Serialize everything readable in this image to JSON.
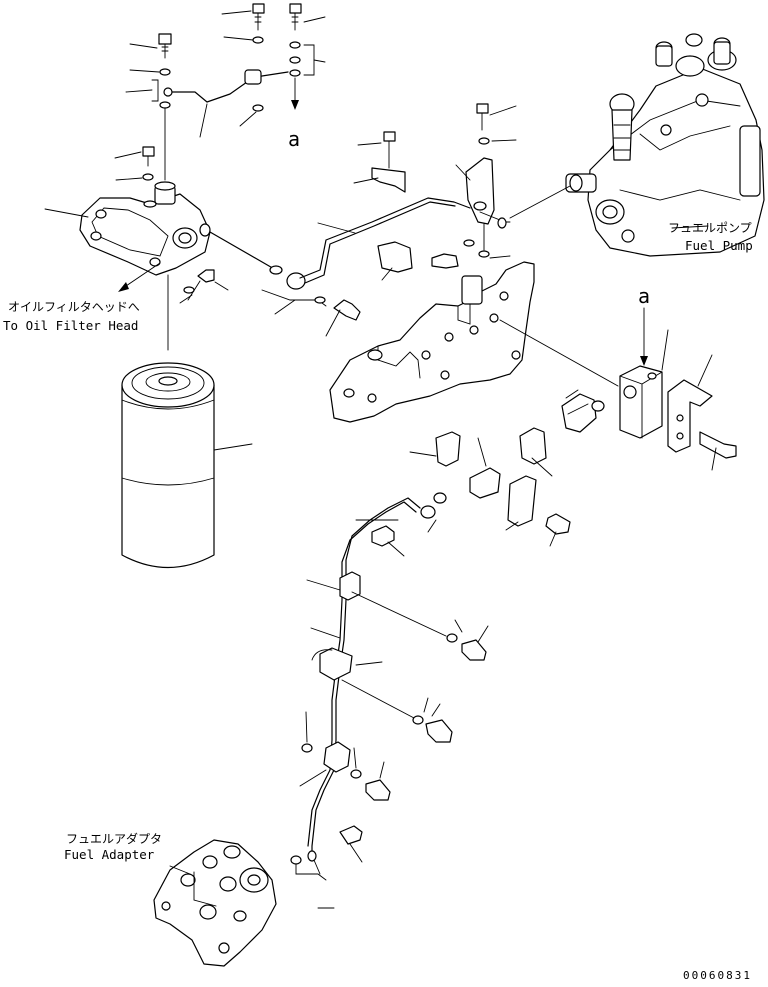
{
  "labels": {
    "oil_filter_head_jp": "オイルフィルタヘッドへ",
    "oil_filter_head_en": "To Oil Filter Head",
    "fuel_pump_jp": "フュエルポンプ",
    "fuel_pump_en": "Fuel Pump",
    "fuel_adapter_jp": "フュエルアダプタ",
    "fuel_adapter_en": "Fuel Adapter",
    "view_marker_top": "a",
    "view_marker_right": "a",
    "drawing_number": "00060831"
  }
}
